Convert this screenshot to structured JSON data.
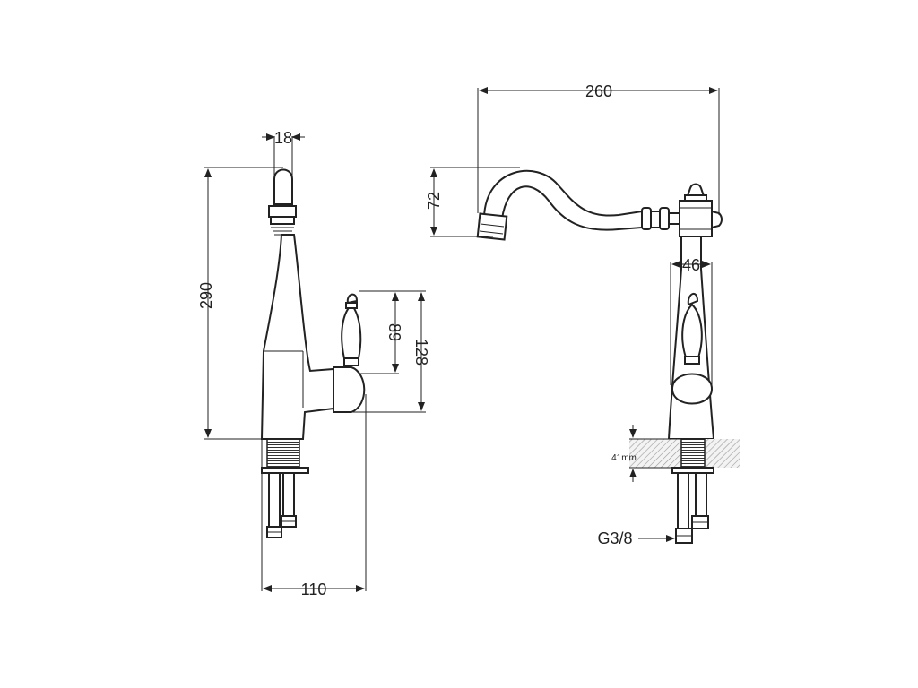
{
  "dimensions": {
    "spout_tip_width": "18",
    "total_height": "290",
    "handle_height": "89",
    "handle_to_body": "128",
    "base_depth": "110",
    "spout_reach": "260",
    "spout_height": "72",
    "body_diameter": "46",
    "max_countertop": "41mm",
    "thread": "G3/8"
  }
}
